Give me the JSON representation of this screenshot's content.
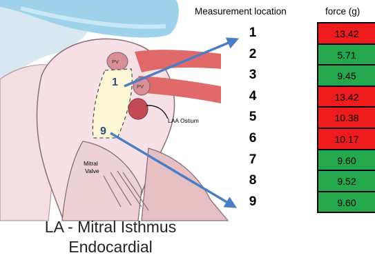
{
  "colors": {
    "high": "#ee1c1c",
    "normal": "#25a84d",
    "arrow": "#4a7ec4"
  },
  "labels": {
    "measurement_location": "Measurement location",
    "force": "force (g)",
    "pv": "PV",
    "laa_ostium": "LAA Ostium",
    "mitral_valve": [
      "Mitral",
      "Valve"
    ],
    "point_1": "1",
    "point_9": "9"
  },
  "title": [
    "LA - Mitral Isthmus",
    "Endocardial"
  ],
  "chart_data": {
    "type": "table",
    "columns": [
      "Measurement location",
      "force (g)"
    ],
    "rows": [
      {
        "location": "1",
        "force": "13.42",
        "status": "high"
      },
      {
        "location": "2",
        "force": "5.71",
        "status": "normal"
      },
      {
        "location": "3",
        "force": "9.45",
        "status": "normal"
      },
      {
        "location": "4",
        "force": "13.42",
        "status": "high"
      },
      {
        "location": "5",
        "force": "10.38",
        "status": "high"
      },
      {
        "location": "6",
        "force": "10.17",
        "status": "high"
      },
      {
        "location": "7",
        "force": "9.60",
        "status": "normal"
      },
      {
        "location": "8",
        "force": "9.52",
        "status": "normal"
      },
      {
        "location": "9",
        "force": "9.60",
        "status": "normal"
      }
    ]
  }
}
